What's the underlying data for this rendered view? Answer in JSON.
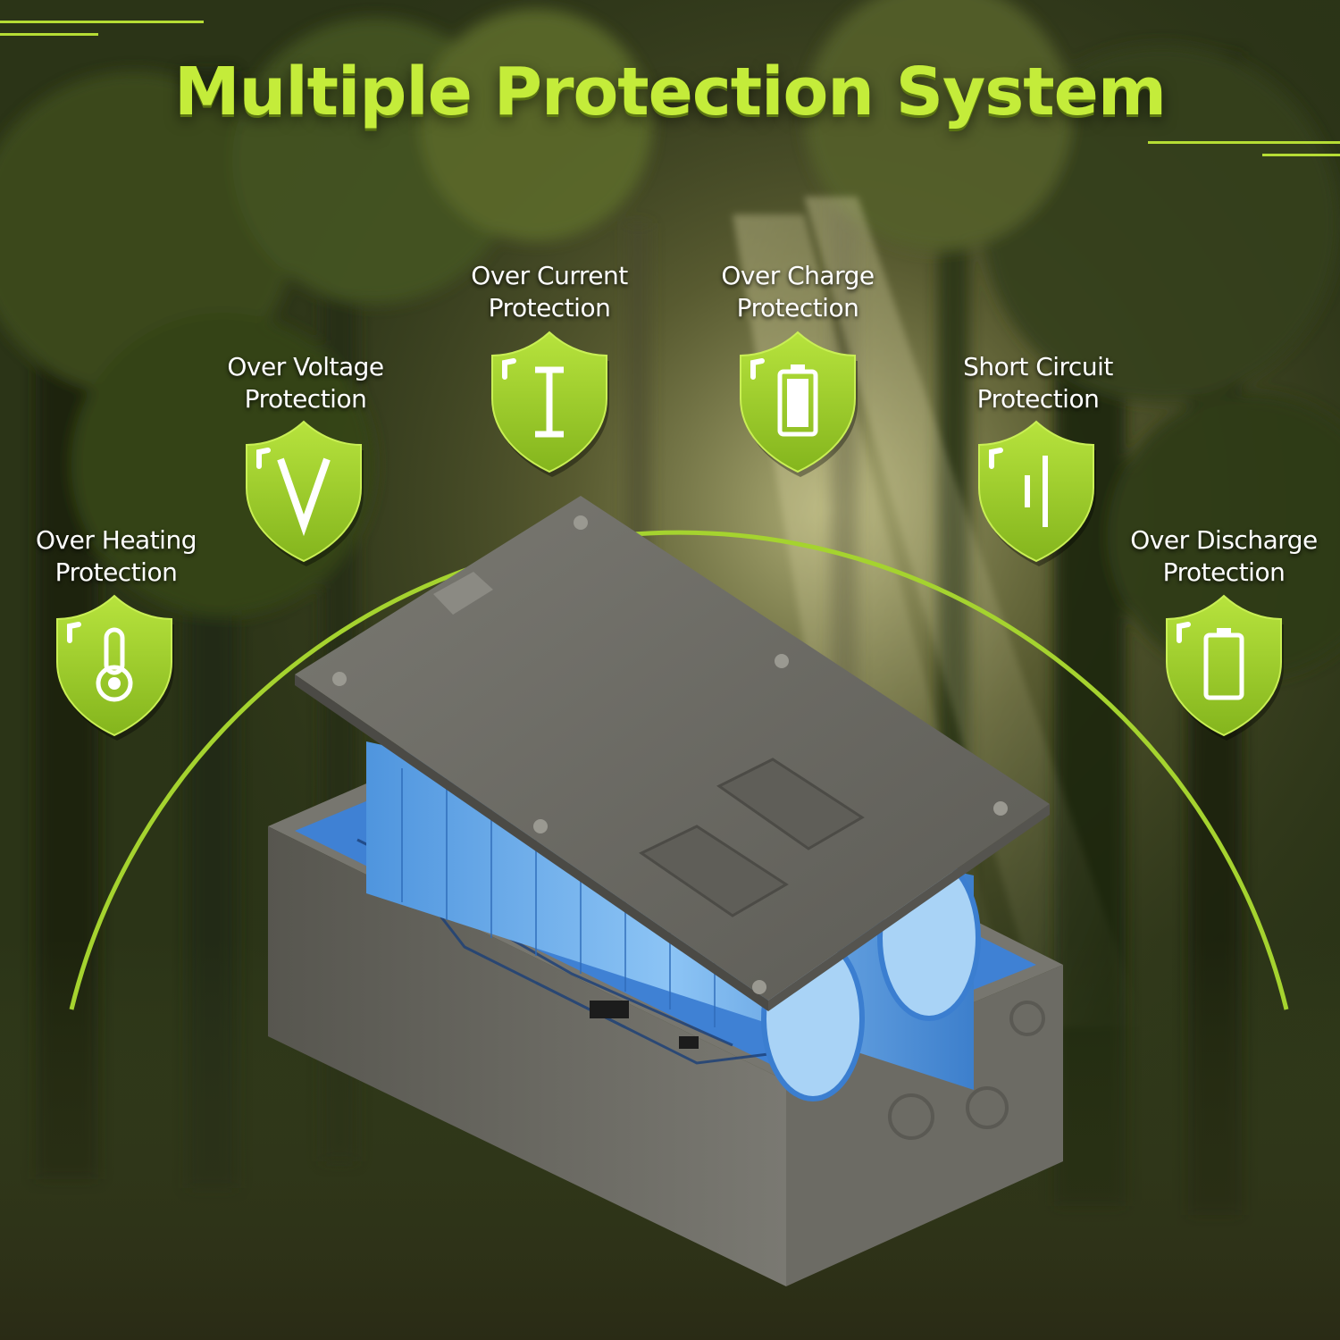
{
  "title": "Multiple Protection System",
  "colors": {
    "accent": "#a5d32f",
    "title": "#c4ec3a",
    "label": "#ffffff",
    "housing": "#6b6a64",
    "cells": "#5fa6ea",
    "board": "#2f7fd6"
  },
  "features": [
    {
      "line1": "Over Heating",
      "line2": "Protection",
      "icon": "thermometer-icon"
    },
    {
      "line1": "Over Voltage",
      "line2": "Protection",
      "icon": "voltage-v-icon"
    },
    {
      "line1": "Over Current",
      "line2": "Protection",
      "icon": "current-i-icon"
    },
    {
      "line1": "Over Charge",
      "line2": "Protection",
      "icon": "battery-full-icon"
    },
    {
      "line1": "Short Circuit",
      "line2": "Protection",
      "icon": "short-circuit-icon"
    },
    {
      "line1": "Over Discharge",
      "line2": "Protection",
      "icon": "battery-empty-icon"
    }
  ]
}
